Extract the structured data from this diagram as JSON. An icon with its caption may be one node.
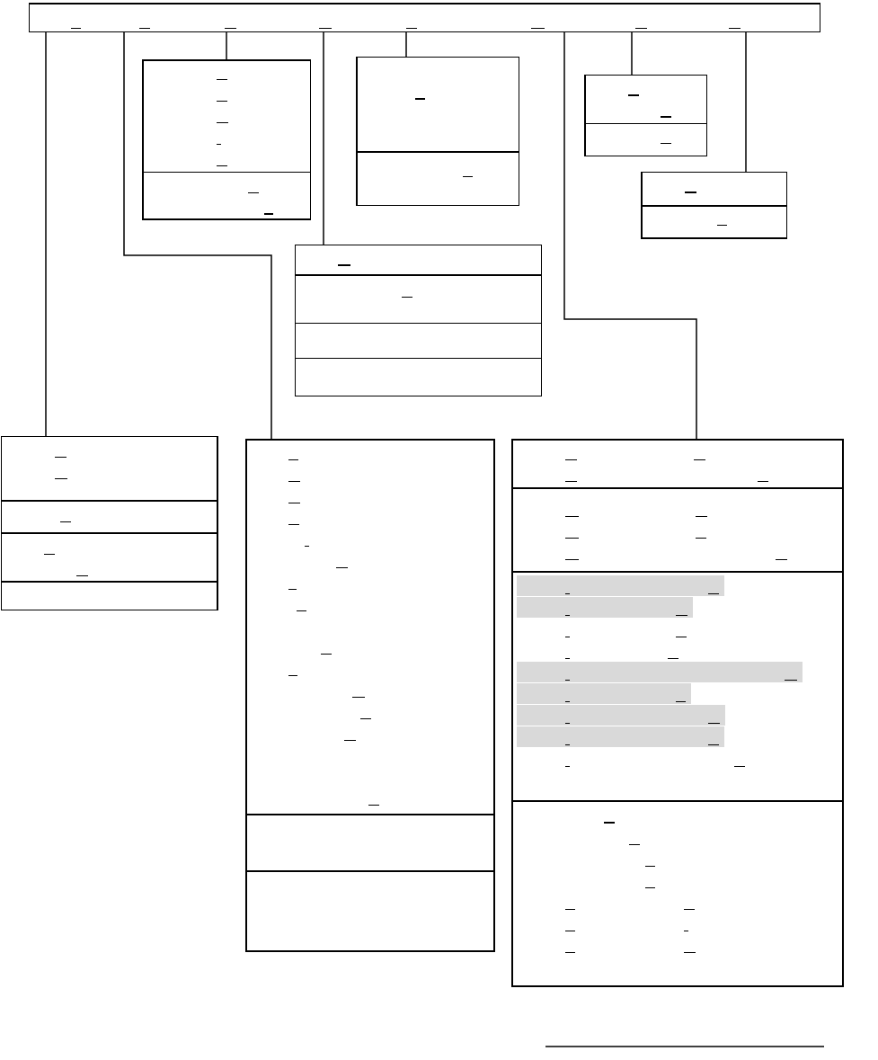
{
  "diagram": {
    "nodes": [
      {
        "text": [],
        "shape": "box"
      },
      {
        "text": [],
        "shape": "box"
      },
      {
        "text": [],
        "shape": "box"
      },
      {
        "text": [],
        "shape": "box"
      },
      {
        "text": [],
        "shape": "box"
      },
      {
        "text": [],
        "shape": "box"
      },
      {
        "text": [],
        "shape": "box"
      },
      {
        "text": [],
        "shape": "box"
      },
      {
        "text": [],
        "shape": "box"
      }
    ],
    "edges": [
      {
        "from": 0,
        "to": 1,
        "arrow": "none"
      },
      {
        "from": 0,
        "to": 2,
        "arrow": "none"
      },
      {
        "from": 0,
        "to": 3,
        "arrow": "none"
      },
      {
        "from": 0,
        "to": 4,
        "arrow": "none"
      },
      {
        "from": 0,
        "to": 5,
        "arrow": "none"
      },
      {
        "from": 0,
        "to": 6,
        "arrow": "none"
      },
      {
        "from": 0,
        "to": 7,
        "arrow": "none"
      },
      {
        "from": 0,
        "to": 8,
        "arrow": "none"
      }
    ]
  }
}
